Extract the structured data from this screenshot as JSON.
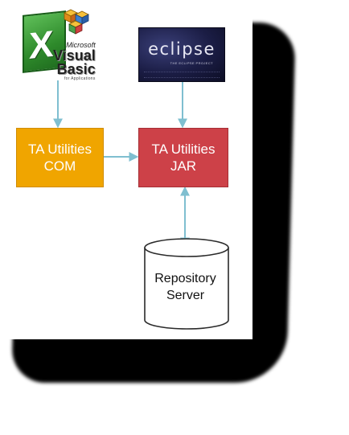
{
  "vb_logo": {
    "letter": "X",
    "microsoft": "Microsoft",
    "visual": "Visual",
    "basic": "Basic",
    "applications": "for Applications"
  },
  "eclipse_logo": {
    "word": "eclipse",
    "subtitle": "THE ECLIPSE PROJECT"
  },
  "nodes": {
    "com": {
      "line1": "TA Utilities",
      "line2": "COM"
    },
    "jar": {
      "line1": "TA Utilities",
      "line2": "JAR"
    },
    "repository": {
      "line1": "Repository",
      "line2": "Server"
    }
  },
  "colors": {
    "com_fill": "#f0a500",
    "jar_fill": "#cd4148",
    "connector": "#7fbfd0"
  }
}
